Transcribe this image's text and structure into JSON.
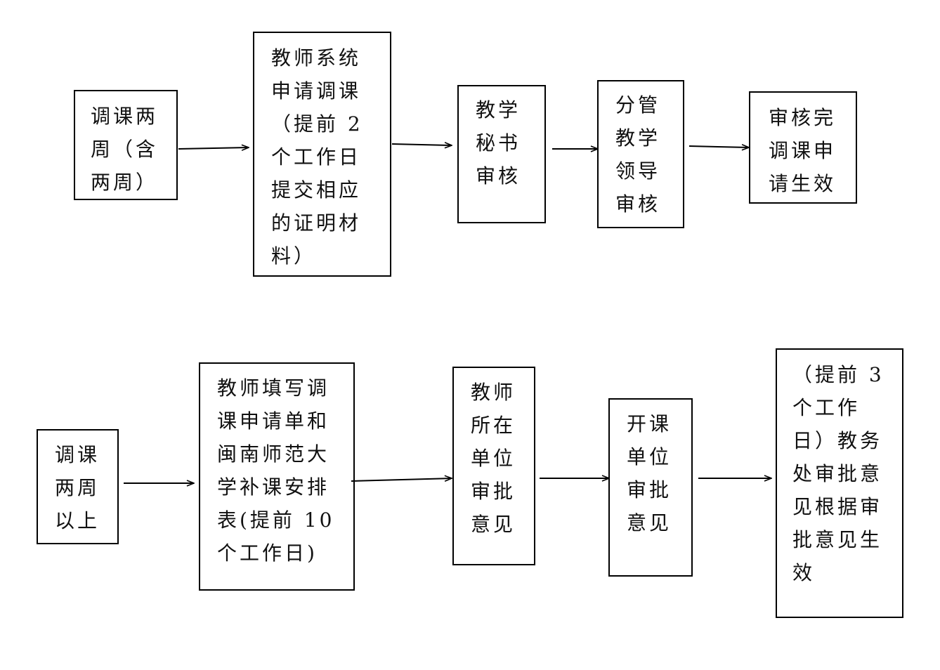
{
  "colors": {
    "stroke": "#000000",
    "text": "#111111",
    "background": "#ffffff"
  },
  "top_flow": {
    "start": "调课两\n周（含\n两周）",
    "submit": "教师系统\n申请调课\n（提前 2\n个工作日\n提交相应\n的证明材\n料）",
    "secretary": "教学\n秘书\n审核",
    "leader": "分管\n教学\n领导\n审核",
    "effective": "审核完\n调课申\n请生效"
  },
  "bottom_flow": {
    "start": "调课\n两周\n以上",
    "form": "教师填写调\n课申请单和\n闽南师范大\n学补课安排\n表(提前 10\n个工作日)",
    "unit": "教师\n所在\n单位\n审批\n意见",
    "course_unit": "开课\n单位\n审批\n意见",
    "academic_affairs": "（提前 3\n个工作\n日）教务\n处审批意\n见根据审\n批意见生\n效"
  }
}
